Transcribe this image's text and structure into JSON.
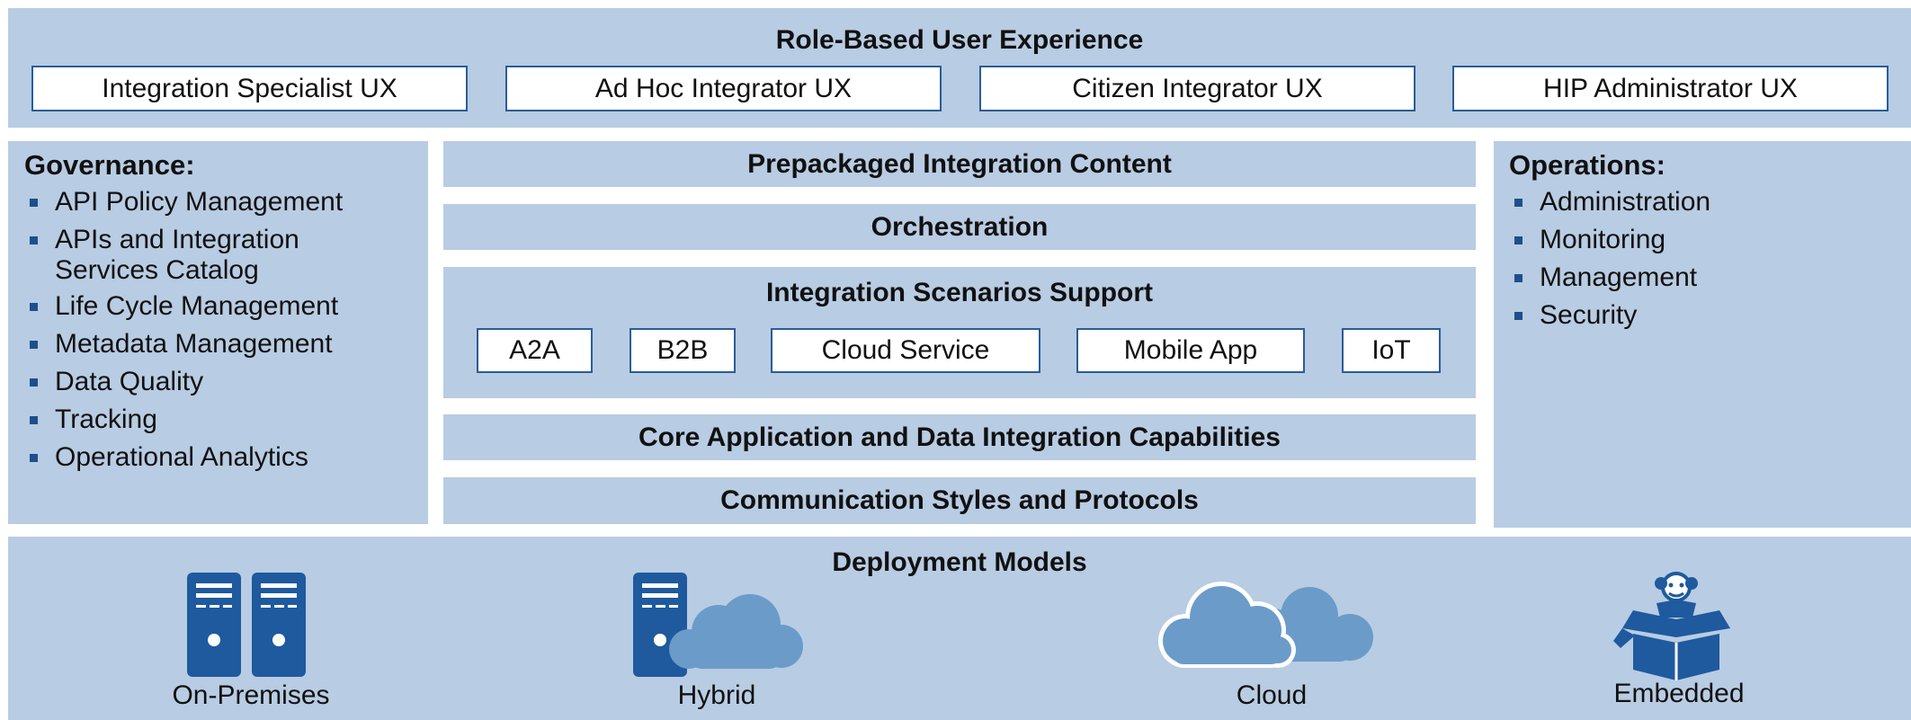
{
  "role_ux": {
    "title": "Role-Based User Experience",
    "items": [
      "Integration Specialist UX",
      "Ad Hoc Integrator UX",
      "Citizen Integrator UX",
      "HIP Administrator UX"
    ]
  },
  "governance": {
    "heading": "Governance:",
    "items": [
      "API Policy Management",
      "APIs and Integration Services Catalog",
      "Life Cycle Management",
      "Metadata Management",
      "Data Quality",
      "Tracking",
      "Operational Analytics"
    ]
  },
  "center": {
    "prepackaged": "Prepackaged Integration Content",
    "orchestration": "Orchestration",
    "scenarios_title": "Integration Scenarios Support",
    "scenarios": [
      "A2A",
      "B2B",
      "Cloud Service",
      "Mobile App",
      "IoT"
    ],
    "core": "Core Application and Data Integration Capabilities",
    "communication": "Communication Styles and Protocols"
  },
  "operations": {
    "heading": "Operations:",
    "items": [
      "Administration",
      "Monitoring",
      "Management",
      "Security"
    ]
  },
  "deployment": {
    "title": "Deployment Models",
    "models": [
      {
        "label": "On-Premises",
        "icon": "server-icon"
      },
      {
        "label": "Hybrid",
        "icon": "server-cloud-icon"
      },
      {
        "label": "Cloud",
        "icon": "cloud-icon"
      },
      {
        "label": "Embedded",
        "icon": "box-icon"
      }
    ]
  },
  "colors": {
    "panel": "#b8cce3",
    "accent": "#1f5a9e",
    "cloud": "#6b9bc9",
    "box_border": "#2b5c96"
  }
}
